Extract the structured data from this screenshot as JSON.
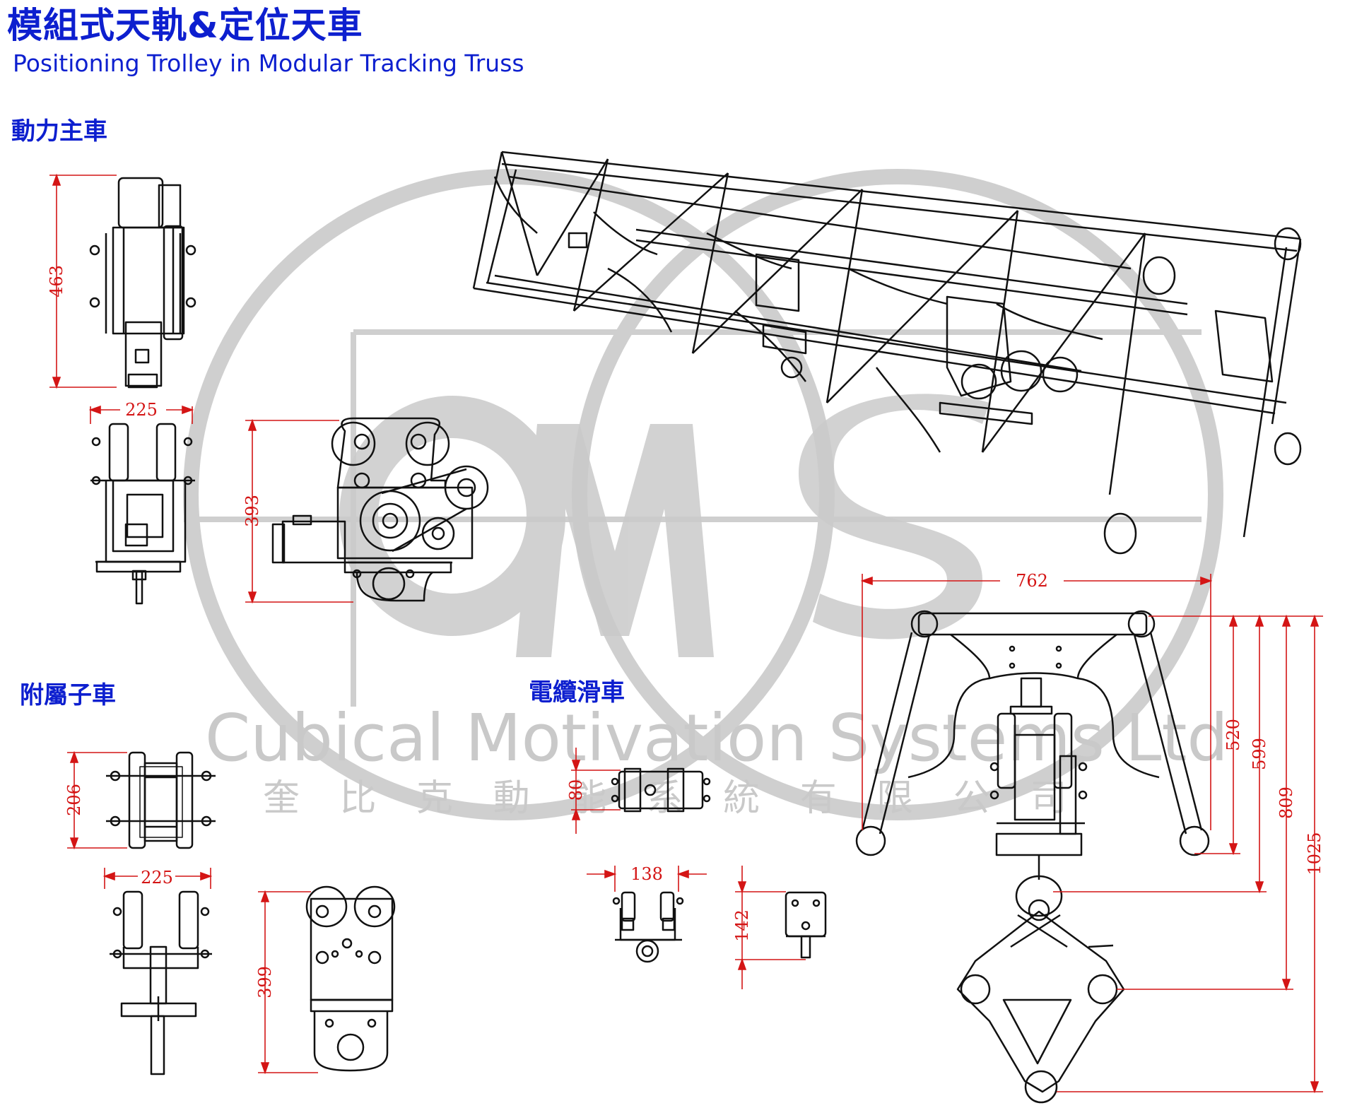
{
  "title": {
    "zh": "模組式天軌&定位天車",
    "en": "Positioning Trolley in Modular Tracking Truss"
  },
  "sections": {
    "main_trolley": "動力主車",
    "auxiliary_trolley": "附屬子車",
    "cable_trolley": "電纜滑車"
  },
  "watermark": {
    "logo": "CMS",
    "company_en": "Cubical Motivation Systems Ltd",
    "company_zh": "奎 比 克 動 能 系 統 有 限 公 司"
  },
  "dimensions": {
    "main_height": "463",
    "main_width": "225",
    "main_side_height": "393",
    "aux_height": "206",
    "aux_width": "225",
    "aux_side_height": "399",
    "cable_height": "80",
    "cable_width": "138",
    "cable_side_height": "142",
    "truss_width": "762",
    "truss_h1": "520",
    "truss_h2": "599",
    "truss_h3": "809",
    "truss_h4": "1025"
  },
  "colors": {
    "heading": "#0d1fcf",
    "dimension": "#d41515",
    "watermark": "#c9c9c9",
    "line": "#111111"
  }
}
